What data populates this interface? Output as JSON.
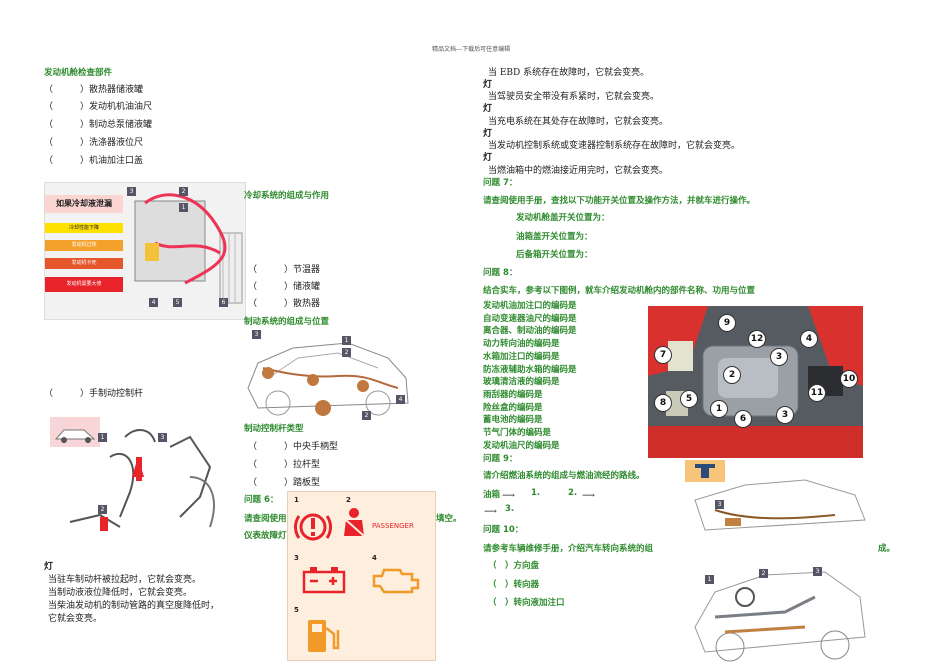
{
  "header": {
    "watermark": "精品文档---下载后可任意编辑"
  },
  "left": {
    "section_title": "发动机舱检查部件",
    "checklist": [
      "（　　　）散热器储液罐",
      "（　　　）发动机机油油尺",
      "（　　　）制动总泵储液罐",
      "（　　　）洗涤器液位尺",
      "（　　　）机油加注口盖"
    ],
    "cooling_diagram": {
      "title": "如果冷却液泄漏",
      "steps": [
        "冷却性能下降",
        "发动机过热",
        "发动机卡死",
        "发动机需要大修"
      ]
    },
    "handbrake_item": "（　　　）手制动控制杆",
    "lamp_char": "灯",
    "lamp_notes": [
      "当驻车制动杆被拉起时，它就会变亮。",
      "当制动液液位降低时，它就会变亮。",
      "当柴油发动机的制动管路的真空度降低时，",
      "它就会变亮。"
    ]
  },
  "middle": {
    "cooling_title": "冷却系统的组成与作用",
    "cooling_items": [
      "（　　　）节温器",
      "（　　　）储液罐",
      "（　　　）散热器"
    ],
    "brake_title": "制动系统的组成与位置",
    "parking_title": "制动控制杆类型",
    "parking_items": [
      "（　　　）中央手柄型",
      "（　　　）拉杆型",
      "（　　　）踏板型"
    ],
    "q6_label": "问题 6：",
    "q6_text": "请查阅使用",
    "q6_tail": "填空。",
    "q6_line2": "仪表故障灯",
    "warning_panel": {
      "passenger": "PASSENGER"
    }
  },
  "right": {
    "lamp_lines": [
      "当 EBD 系统存在故障时，它就会变亮。",
      "灯",
      "当驾驶员安全带没有系紧时，它就会变亮。",
      "灯",
      "当充电系统在其处存在故障时，它就会变亮。",
      "灯",
      "当发动机控制系统或变速器控制系统存在故障时，它就会变亮。",
      "灯",
      "当燃油箱中的燃油接近用完时，它就会变亮。"
    ],
    "q7_label": "问题 7：",
    "q7_text": "请查阅使用手册，查找以下功能开关位置及操作方法，并就车进行操作。",
    "q7_items": [
      "发动机舱盖开关位置为：",
      "油箱盖开关位置为：",
      "后备箱开关位置为："
    ],
    "q8_label": "问题 8：",
    "q8_text": "结合实车，参考以下图例，就车介绍发动机舱内的部件名称、功用与位置",
    "q8_items": [
      "发动机油加注口的编码是",
      "自动变速器油尺的编码是",
      "离合器、制动油的编码是",
      "动力转向油的编码是",
      "水箱加注口的编码是",
      "防冻液辅助水箱的编码是",
      "玻璃清洁液的编码是",
      "雨刮器的编码是",
      "险丝盒的编码是",
      "蓄电池的编码是",
      "节气门体的编码是",
      "发动机油尺的编码是"
    ],
    "q9_label": "问题 9：",
    "q9_text": "请介绍燃油系统的组成与燃油流经的路线。",
    "fuel_route": {
      "start": "油箱",
      "step1": "1.",
      "step2": "2.",
      "step3": "3."
    },
    "q10_label": "问题 10：",
    "q10_text": "请参考车辆维修手册，介绍汽车转向系统的组",
    "q10_tail": "成。",
    "steering_items": [
      "（　）方向盘",
      "（　）转向器",
      "（　）转向液加注口"
    ],
    "engine_numbers": [
      "9",
      "12",
      "4",
      "7",
      "3",
      "2",
      "10",
      "8",
      "5",
      "1",
      "6",
      "3",
      "11"
    ]
  },
  "colors": {
    "green": "#2e8b2e",
    "red": "#e8242a",
    "orange": "#f29a28"
  }
}
